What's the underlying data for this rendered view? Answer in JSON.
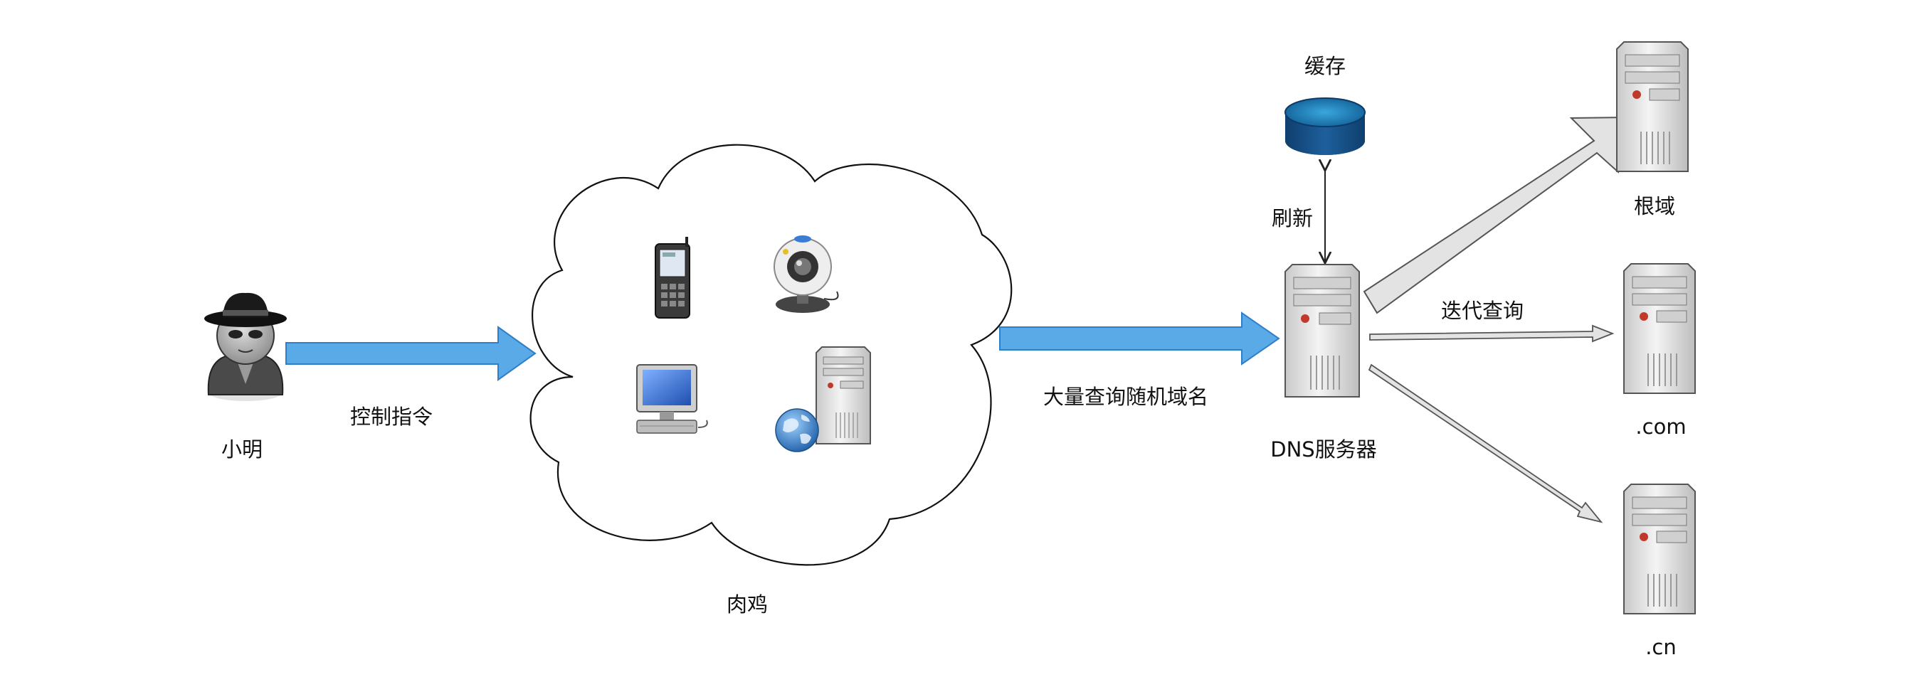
{
  "labels": {
    "attacker": "小明",
    "control_command": "控制指令",
    "botnet": "肉鸡",
    "random_domain_query": "大量查询随机域名",
    "dns_server": "DNS服务器",
    "cache": "缓存",
    "refresh": "刷新",
    "iterative_query": "迭代查询",
    "root_domain": "根域",
    "com_domain": ".com",
    "cn_domain": ".cn"
  },
  "colors": {
    "blue_arrow": "#5aaae8",
    "blue_arrow_stroke": "#2f7fc8",
    "gray_arrow": "#e3e3e3",
    "gray_arrow_stroke": "#555555",
    "cloud_stroke": "#111111",
    "cache_blue": "#1f6fb0",
    "server_body": "#e6e6e6"
  },
  "icons": {
    "attacker": "spy-icon",
    "cache": "database-icon",
    "phone": "mobile-phone-icon",
    "webcam": "webcam-icon",
    "computer": "desktop-computer-icon",
    "web_server": "web-server-icon",
    "server": "server-icon"
  }
}
